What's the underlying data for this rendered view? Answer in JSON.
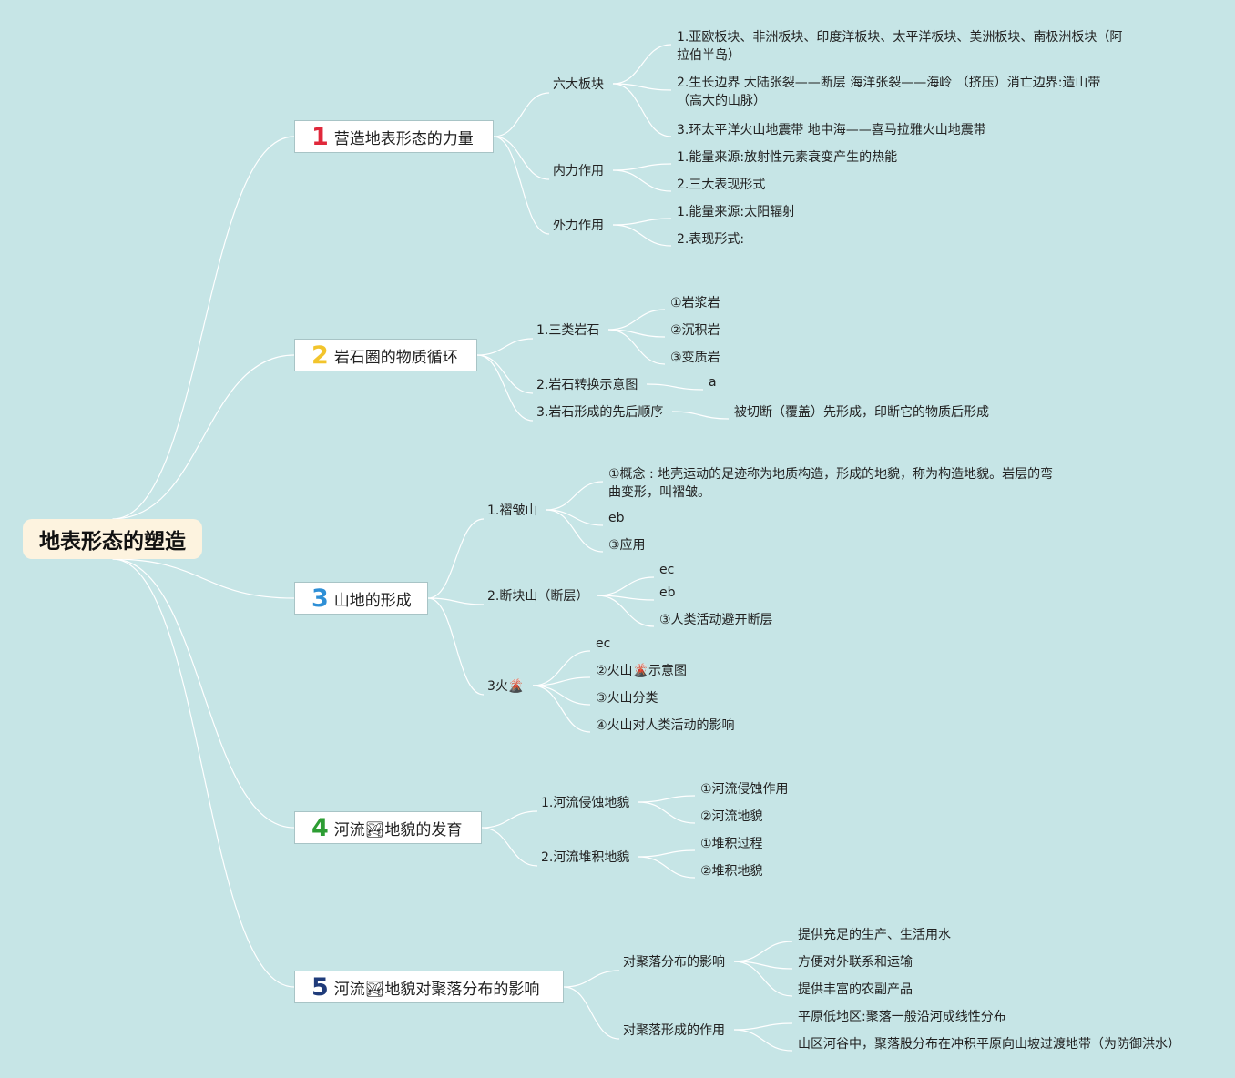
{
  "root": {
    "label": "地表形态的塑造"
  },
  "branches": [
    {
      "number": "1",
      "number_color": "#e0283b",
      "label": "营造地表形态的力量",
      "children": [
        {
          "label": "六大板块",
          "children": [
            "1.亚欧板块、非洲板块、印度洋板块、太平洋板块、美洲板块、南极洲板块（阿拉伯半岛）",
            "2.生长边界 大陆张裂——断层 海洋张裂——海岭 （挤压）消亡边界:造山带（高大的山脉）",
            "3.环太平洋火山地震带 地中海——喜马拉雅火山地震带"
          ]
        },
        {
          "label": "内力作用",
          "children": [
            "1.能量来源:放射性元素衰变产生的热能",
            "2.三大表现形式"
          ]
        },
        {
          "label": "外力作用",
          "children": [
            "1.能量来源:太阳辐射",
            "2.表现形式:"
          ]
        }
      ]
    },
    {
      "number": "2",
      "number_color": "#f2c42c",
      "label": "岩石圈的物质循环",
      "children": [
        {
          "label": "1.三类岩石",
          "children": [
            "①岩浆岩",
            "②沉积岩",
            "③变质岩"
          ]
        },
        {
          "label": "2.岩石转换示意图",
          "children": [
            "a"
          ]
        },
        {
          "label": "3.岩石形成的先后顺序",
          "children": [
            "被切断（覆盖）先形成，印断它的物质后形成"
          ]
        }
      ]
    },
    {
      "number": "3",
      "number_color": "#2e8fd6",
      "label": "山地的形成",
      "children": [
        {
          "label": "1.褶皱山",
          "children": [
            "①概念 : 地壳运动的足迹称为地质构造，形成的地貌，称为构造地貌。岩层的弯曲变形，叫褶皱。",
            "eb",
            "③应用"
          ]
        },
        {
          "label": "2.断块山（断层）",
          "children": [
            "ec",
            "eb",
            "③人类活动避开断层"
          ]
        },
        {
          "label": "3火🌋",
          "children": [
            "ec",
            "②火山🌋示意图",
            "③火山分类",
            "④火山对人类活动的影响"
          ]
        }
      ]
    },
    {
      "number": "4",
      "number_color": "#2d9d33",
      "label": "河流🏞地貌的发育",
      "children": [
        {
          "label": "1.河流侵蚀地貌",
          "children": [
            "①河流侵蚀作用",
            "②河流地貌"
          ]
        },
        {
          "label": "2.河流堆积地貌",
          "children": [
            "①堆积过程",
            "②堆积地貌"
          ]
        }
      ]
    },
    {
      "number": "5",
      "number_color": "#1f3b7a",
      "label": "河流🏞地貌对聚落分布的影响",
      "children": [
        {
          "label": "对聚落分布的影响",
          "children": [
            "提供充足的生产、生活用水",
            "方便对外联系和运输",
            "提供丰富的农副产品"
          ]
        },
        {
          "label": "对聚落形成的作用",
          "children": [
            "平原低地区:聚落一般沿河成线性分布",
            "山区河谷中，聚落股分布在冲积平原向山坡过渡地带（为防御洪水）"
          ]
        }
      ]
    }
  ]
}
